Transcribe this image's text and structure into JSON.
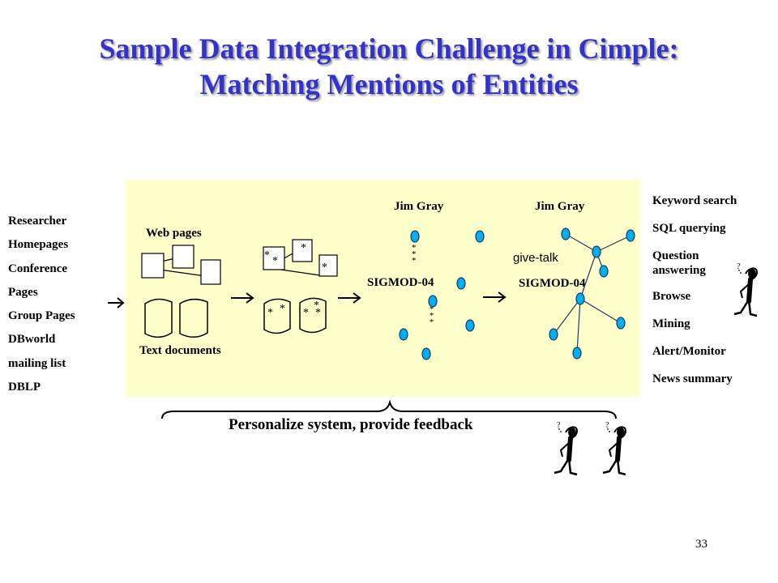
{
  "title": {
    "line1": "Sample Data Integration Challenge in Cimple:",
    "line2": "Matching Mentions of Entities"
  },
  "sources": [
    "Researcher",
    "Homepages",
    "Conference",
    "Pages",
    "Group Pages",
    "DBworld",
    "mailing list",
    "DBLP"
  ],
  "stage1": {
    "web_pages": "Web pages",
    "text_documents": "Text documents"
  },
  "stage2": {
    "mention_marker": "*"
  },
  "stage3": {
    "entity": "Jim Gray",
    "conference": "SIGMOD-04"
  },
  "stage4": {
    "entity": "Jim Gray",
    "relation": "give-talk",
    "conference": "SIGMOD-04"
  },
  "services": [
    "Keyword search",
    "SQL querying",
    "Question answering",
    "Browse",
    "Mining",
    "Alert/Monitor",
    "News summary"
  ],
  "feedback": "Personalize system, provide feedback",
  "page_number": "33",
  "colors": {
    "title": "#3333cc",
    "panel": "#ffffcc",
    "node_fill": "#00b0f0",
    "node_stroke": "#1f3864"
  }
}
